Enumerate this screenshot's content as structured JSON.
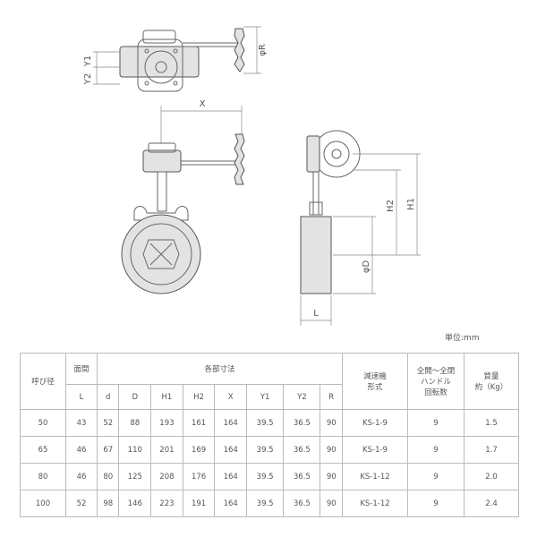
{
  "drawing": {
    "labels": {
      "phi_r": "φR",
      "y1": "Y1",
      "y2": "Y2",
      "x": "X",
      "h1": "H1",
      "h2": "H2",
      "phi_d": "φD",
      "l": "L"
    }
  },
  "unit_note": "単位:mm",
  "table": {
    "header": {
      "nominal": "呼び径",
      "face_to_face": "面間",
      "dimensions": "各部寸法",
      "reducer": "減速機\n形式",
      "turns": "全開〜全閉\nハンドル\n回転数",
      "weight": "質量\n約（Kg）"
    },
    "sub_headers": [
      "L",
      "d",
      "D",
      "H1",
      "H2",
      "X",
      "Y1",
      "Y2",
      "R"
    ],
    "rows": [
      [
        "50",
        "43",
        "52",
        "88",
        "193",
        "161",
        "164",
        "39.5",
        "36.5",
        "90",
        "KS-1-9",
        "9",
        "1.5"
      ],
      [
        "65",
        "46",
        "67",
        "110",
        "201",
        "169",
        "164",
        "39.5",
        "36.5",
        "90",
        "KS-1-9",
        "9",
        "1.7"
      ],
      [
        "80",
        "46",
        "80",
        "125",
        "208",
        "176",
        "164",
        "39.5",
        "36.5",
        "90",
        "KS-1-12",
        "9",
        "2.0"
      ],
      [
        "100",
        "52",
        "98",
        "146",
        "223",
        "191",
        "164",
        "39.5",
        "36.5",
        "90",
        "KS-1-12",
        "9",
        "2.4"
      ]
    ]
  }
}
